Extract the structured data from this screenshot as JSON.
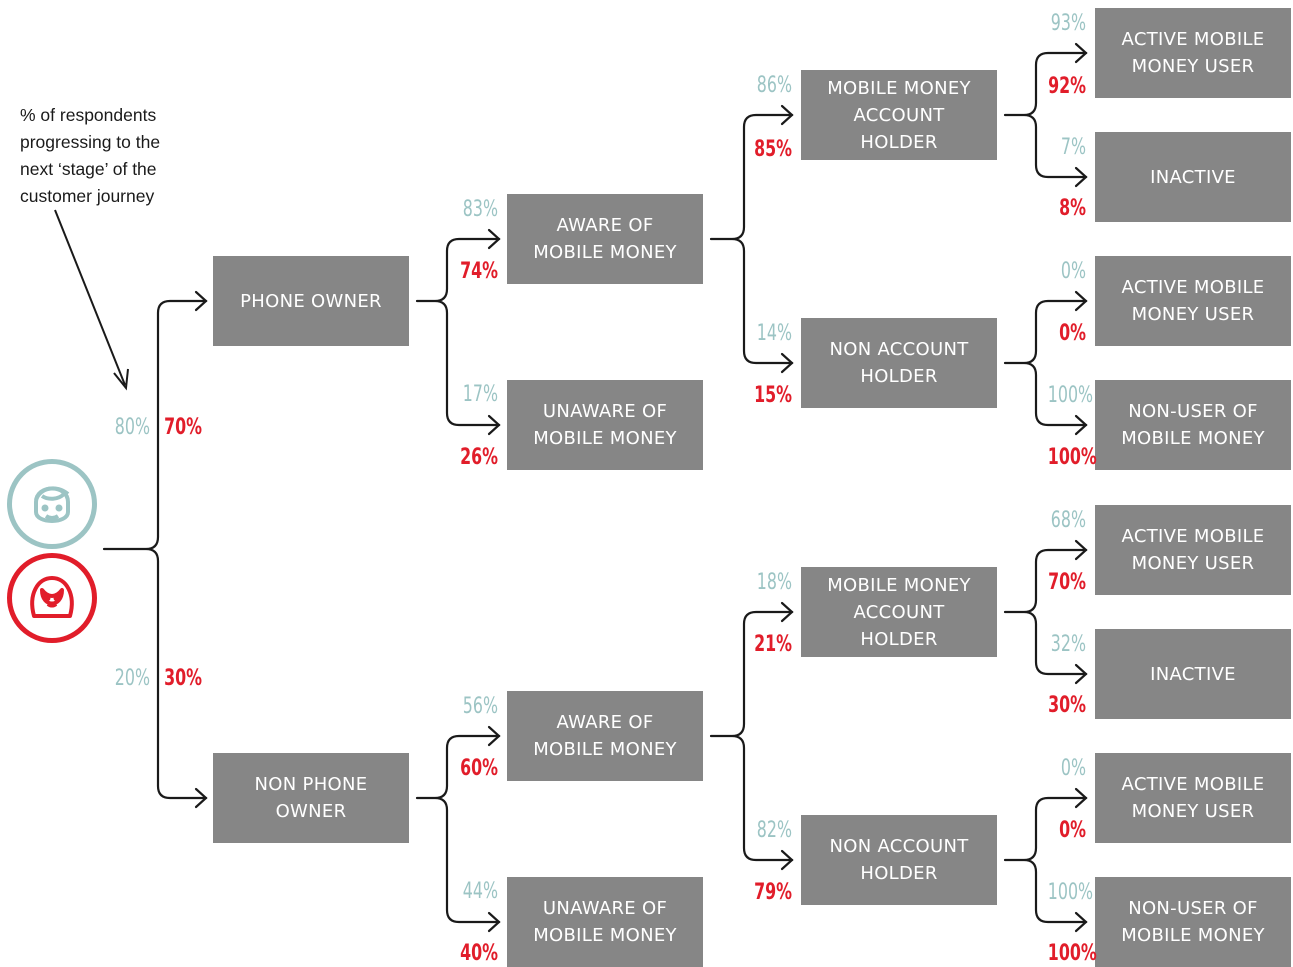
{
  "colors": {
    "male": "#9cc4c4",
    "female": "#e11d2a",
    "box": "#868686",
    "line": "#1a1a1a"
  },
  "note": "% of respondents\nprogressing to the\nnext ‘stage’ of the\ncustomer journey",
  "avatars": {
    "male_icon": "male-face-icon",
    "female_icon": "female-face-icon"
  },
  "root": {
    "phone_owner": {
      "label": "PHONE OWNER",
      "male": "80%",
      "female": "70%"
    },
    "non_phone_owner": {
      "label": "NON PHONE\nOWNER",
      "male": "20%",
      "female": "30%"
    }
  },
  "branches": {
    "phone": {
      "aware": {
        "label": "AWARE OF\nMOBILE MONEY",
        "male": "83%",
        "female": "74%"
      },
      "unaware": {
        "label": "UNAWARE OF\nMOBILE MONEY",
        "male": "17%",
        "female": "26%"
      },
      "account": {
        "label": "MOBILE MONEY\nACCOUNT\nHOLDER",
        "male": "86%",
        "female": "85%"
      },
      "non_account": {
        "label": "NON ACCOUNT\nHOLDER",
        "male": "14%",
        "female": "15%"
      },
      "active1": {
        "label": "ACTIVE MOBILE\nMONEY USER",
        "male": "93%",
        "female": "92%"
      },
      "inactive": {
        "label": "INACTIVE",
        "male": "7%",
        "female": "8%"
      },
      "active2": {
        "label": "ACTIVE MOBILE\nMONEY USER",
        "male": "0%",
        "female": "0%"
      },
      "nonuser": {
        "label": "NON-USER OF\nMOBILE MONEY",
        "male": "100%",
        "female": "100%"
      }
    },
    "nonphone": {
      "aware": {
        "label": "AWARE OF\nMOBILE MONEY",
        "male": "56%",
        "female": "60%"
      },
      "unaware": {
        "label": "UNAWARE OF\nMOBILE MONEY",
        "male": "44%",
        "female": "40%"
      },
      "account": {
        "label": "MOBILE MONEY\nACCOUNT\nHOLDER",
        "male": "18%",
        "female": "21%"
      },
      "non_account": {
        "label": "NON ACCOUNT\nHOLDER",
        "male": "82%",
        "female": "79%"
      },
      "active1": {
        "label": "ACTIVE MOBILE\nMONEY USER",
        "male": "68%",
        "female": "70%"
      },
      "inactive": {
        "label": "INACTIVE",
        "male": "32%",
        "female": "30%"
      },
      "active2": {
        "label": "ACTIVE MOBILE\nMONEY USER",
        "male": "0%",
        "female": "0%"
      },
      "nonuser": {
        "label": "NON-USER OF\nMOBILE MONEY",
        "male": "100%",
        "female": "100%"
      }
    }
  }
}
